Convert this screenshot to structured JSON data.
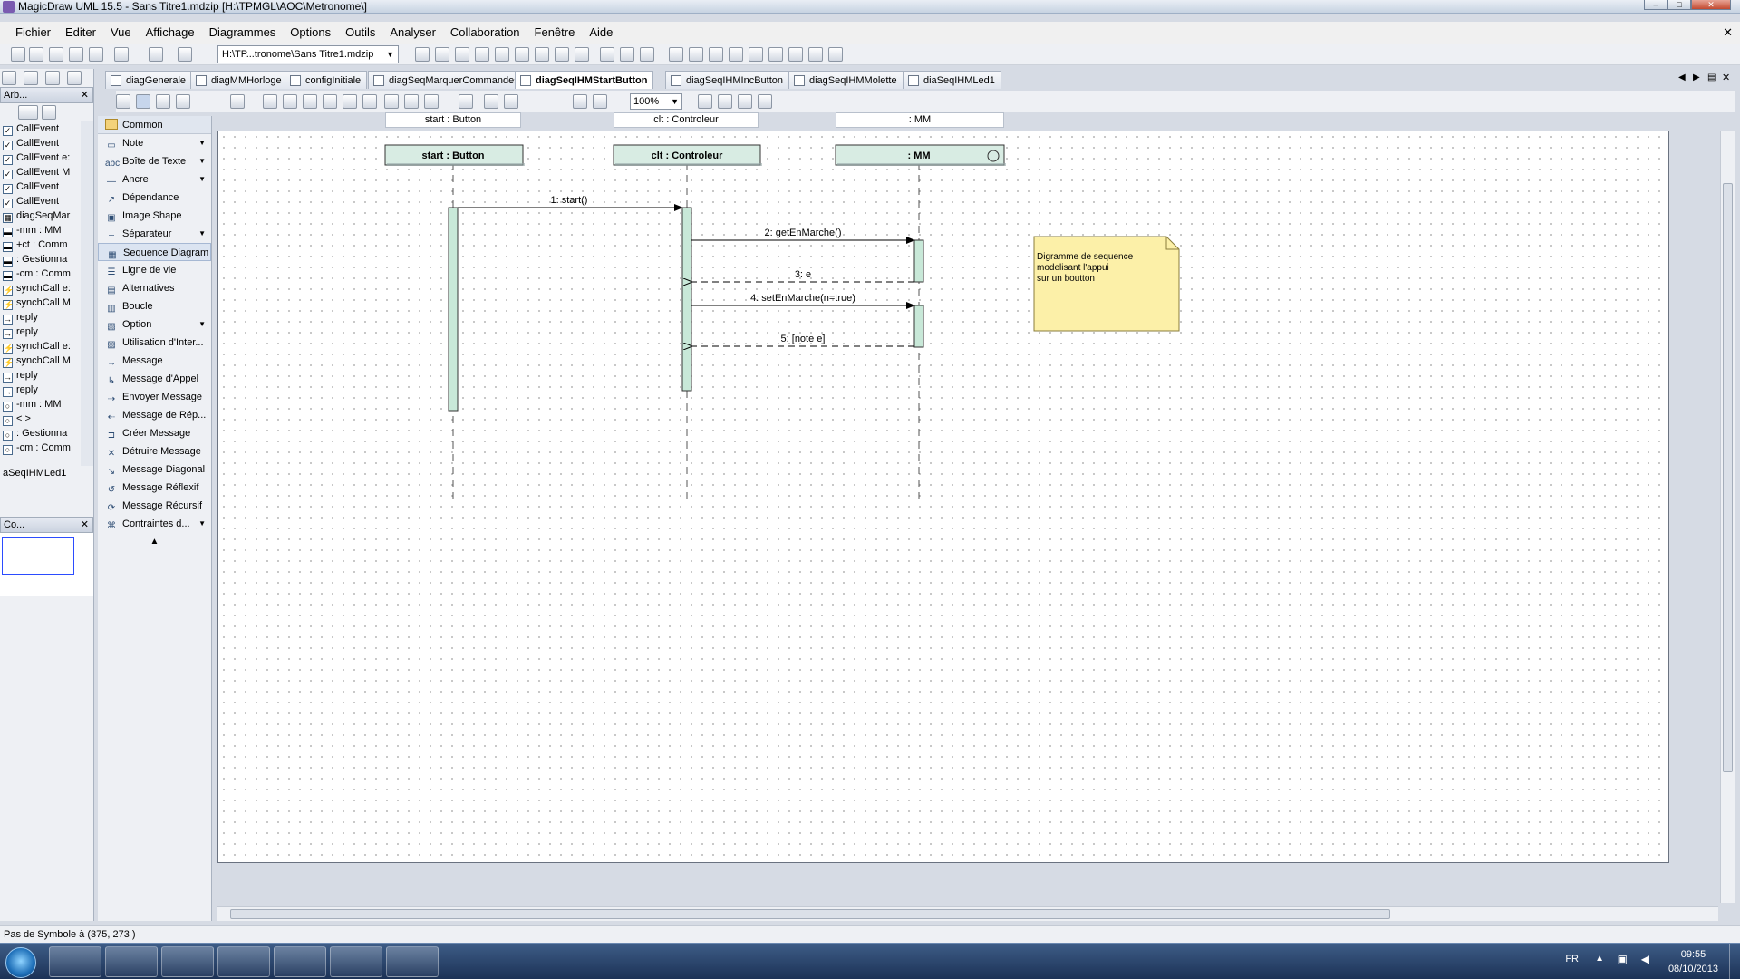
{
  "window": {
    "title": "MagicDraw UML 15.5 - Sans Titre1.mdzip [H:\\TPMGL\\AOC\\Metronome\\]"
  },
  "menu": [
    "Fichier",
    "Editer",
    "Vue",
    "Affichage",
    "Diagrammes",
    "Options",
    "Outils",
    "Analyser",
    "Collaboration",
    "Fenêtre",
    "Aide"
  ],
  "toolbar": {
    "path_combo": "H:\\TP...tronome\\Sans Titre1.mdzip"
  },
  "left_panel": {
    "header": "Arb...",
    "items": [
      {
        "label": "CallEvent",
        "icon": "checkbox-icon"
      },
      {
        "label": "CallEvent",
        "icon": "checkbox-icon"
      },
      {
        "label": "CallEvent e:",
        "icon": "checkbox-icon"
      },
      {
        "label": "CallEvent M",
        "icon": "checkbox-icon"
      },
      {
        "label": "CallEvent",
        "icon": "checkbox-icon"
      },
      {
        "label": "CallEvent",
        "icon": "checkbox-icon"
      },
      {
        "label": "diagSeqMar",
        "icon": "diagram-icon"
      },
      {
        "label": "-mm : MM",
        "icon": "attribute-icon"
      },
      {
        "label": "+ct : Comm",
        "icon": "attribute-icon"
      },
      {
        "label": ": Gestionna",
        "icon": "attribute-icon"
      },
      {
        "label": "-cm : Comm",
        "icon": "attribute-icon"
      },
      {
        "label": "synchCall e:",
        "icon": "action-icon"
      },
      {
        "label": "synchCall M",
        "icon": "action-icon"
      },
      {
        "label": "reply",
        "icon": "reply-icon"
      },
      {
        "label": "reply",
        "icon": "reply-icon"
      },
      {
        "label": "synchCall e:",
        "icon": "action-icon"
      },
      {
        "label": "synchCall M",
        "icon": "action-icon"
      },
      {
        "label": "reply",
        "icon": "reply-icon"
      },
      {
        "label": "reply",
        "icon": "reply-icon"
      },
      {
        "label": "-mm : MM",
        "icon": "lifeline-icon"
      },
      {
        "label": "< >",
        "icon": "lifeline-icon"
      },
      {
        "label": ": Gestionna",
        "icon": "lifeline-icon"
      },
      {
        "label": "-cm : Comm",
        "icon": "lifeline-icon"
      }
    ],
    "bottom_item": "aSeqIHMLed1",
    "second_header": "Co..."
  },
  "palette": {
    "group": "Common",
    "items": [
      {
        "label": "Note",
        "dropdown": true,
        "icon": "note-icon"
      },
      {
        "label": "Boîte de Texte",
        "dropdown": true,
        "icon": "textbox-icon"
      },
      {
        "label": "Ancre",
        "dropdown": true,
        "icon": "anchor-icon"
      },
      {
        "label": "Dépendance",
        "dropdown": false,
        "icon": "dependency-icon"
      },
      {
        "label": "Image Shape",
        "dropdown": false,
        "icon": "image-icon"
      },
      {
        "label": "Séparateur",
        "dropdown": true,
        "icon": "separator-icon"
      },
      {
        "label": "Sequence Diagram",
        "dropdown": false,
        "icon": "sequence-diagram-icon"
      },
      {
        "label": "Ligne de vie",
        "dropdown": false,
        "icon": "lifeline-icon"
      },
      {
        "label": "Alternatives",
        "dropdown": false,
        "icon": "alternatives-icon"
      },
      {
        "label": "Boucle",
        "dropdown": false,
        "icon": "loop-icon"
      },
      {
        "label": "Option",
        "dropdown": true,
        "icon": "option-icon"
      },
      {
        "label": "Utilisation d'Inter...",
        "dropdown": false,
        "icon": "interaction-use-icon"
      },
      {
        "label": "Message",
        "dropdown": false,
        "icon": "message-icon"
      },
      {
        "label": "Message d'Appel",
        "dropdown": false,
        "icon": "call-message-icon"
      },
      {
        "label": "Envoyer Message",
        "dropdown": false,
        "icon": "send-message-icon"
      },
      {
        "label": "Message de Rép...",
        "dropdown": false,
        "icon": "reply-message-icon"
      },
      {
        "label": "Créer Message",
        "dropdown": false,
        "icon": "create-message-icon"
      },
      {
        "label": "Détruire Message",
        "dropdown": false,
        "icon": "destroy-message-icon"
      },
      {
        "label": "Message Diagonal",
        "dropdown": false,
        "icon": "diagonal-message-icon"
      },
      {
        "label": "Message Réflexif",
        "dropdown": false,
        "icon": "reflexive-message-icon"
      },
      {
        "label": "Message Récursif",
        "dropdown": false,
        "icon": "recursive-message-icon"
      },
      {
        "label": "Contraintes d...",
        "dropdown": true,
        "icon": "constraints-icon"
      }
    ]
  },
  "tabs": [
    "diagGenerale",
    "diagMMHorloge",
    "configInitiale",
    "diagSeqMarquerCommandes",
    "diagSeqIHMStartButton",
    "diagSeqIHMIncButton",
    "diagSeqIHMMolette",
    "diaSeqIHMLed1"
  ],
  "active_tab": "diagSeqIHMStartButton",
  "zoom": "100%",
  "diagram": {
    "lifeline_headers": [
      "start : Button",
      "clt : Controleur",
      ": MM"
    ],
    "lifelines": [
      "start : Button",
      "clt : Controleur",
      ": MM"
    ],
    "messages": [
      "1: start()",
      "2: getEnMarche()",
      "3: e",
      "4: setEnMarche(n=true)",
      "5: [note e]"
    ],
    "note": [
      "Digramme de sequence",
      "modelisant l'appui",
      "sur un boutton"
    ]
  },
  "status": "Pas de Symbole à (375, 273 )",
  "taskbar": {
    "lang": "FR",
    "time": "09:55",
    "date": "08/10/2013"
  },
  "colors": {
    "lifeline_head": "#d8ece3",
    "activation": "#c8e8d8",
    "note": "#fcf0a8"
  }
}
